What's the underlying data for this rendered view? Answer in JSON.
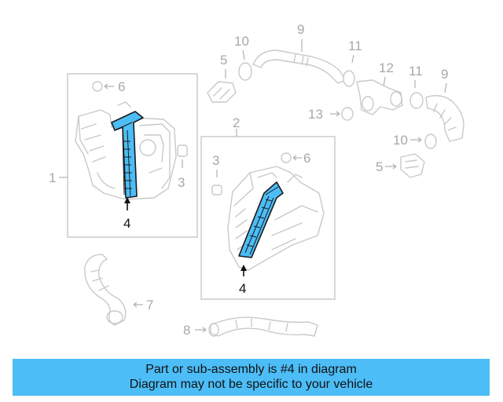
{
  "diagram": {
    "labels": {
      "callout_1": "1",
      "callout_2": "2",
      "callout_3_left": "3",
      "callout_3_right": "3",
      "callout_4_left": "4",
      "callout_4_right": "4",
      "callout_5_top": "5",
      "callout_5_bottom": "5",
      "callout_6_left": "6",
      "callout_6_right": "6",
      "callout_7": "7",
      "callout_8": "8",
      "callout_9_top": "9",
      "callout_9_right": "9",
      "callout_10_top": "10",
      "callout_10_right": "10",
      "callout_11_left": "11",
      "callout_11_right": "11",
      "callout_12": "12",
      "callout_13": "13"
    },
    "highlighted_part": "4",
    "highlight_color": "#4cbdf6"
  },
  "banner": {
    "line1": "Part or sub-assembly is #4 in diagram",
    "line2": "Diagram may not be specific to your vehicle",
    "background": "#4cbdf6"
  }
}
